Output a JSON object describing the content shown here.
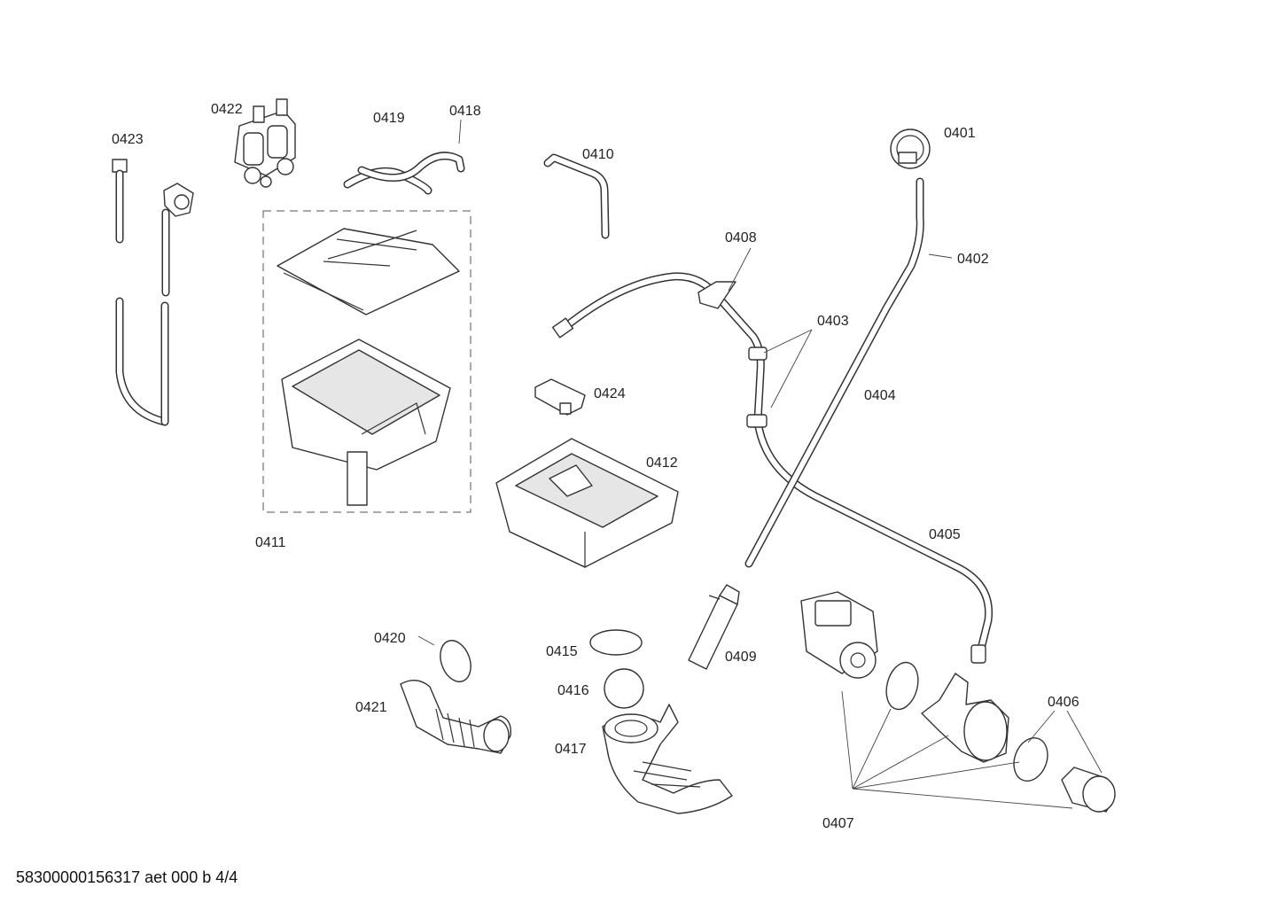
{
  "diagram": {
    "part_labels": {
      "p0401": "0401",
      "p0402": "0402",
      "p0403": "0403",
      "p0404": "0404",
      "p0405": "0405",
      "p0406": "0406",
      "p0407": "0407",
      "p0408": "0408",
      "p0409": "0409",
      "p0410": "0410",
      "p0411": "0411",
      "p0412": "0412",
      "p0415": "0415",
      "p0416": "0416",
      "p0417": "0417",
      "p0418": "0418",
      "p0419": "0419",
      "p0420": "0420",
      "p0421": "0421",
      "p0422": "0422",
      "p0423": "0423",
      "p0424": "0424"
    }
  },
  "footer": {
    "document_reference": "58300000156317 aet 000 b 4/4"
  }
}
